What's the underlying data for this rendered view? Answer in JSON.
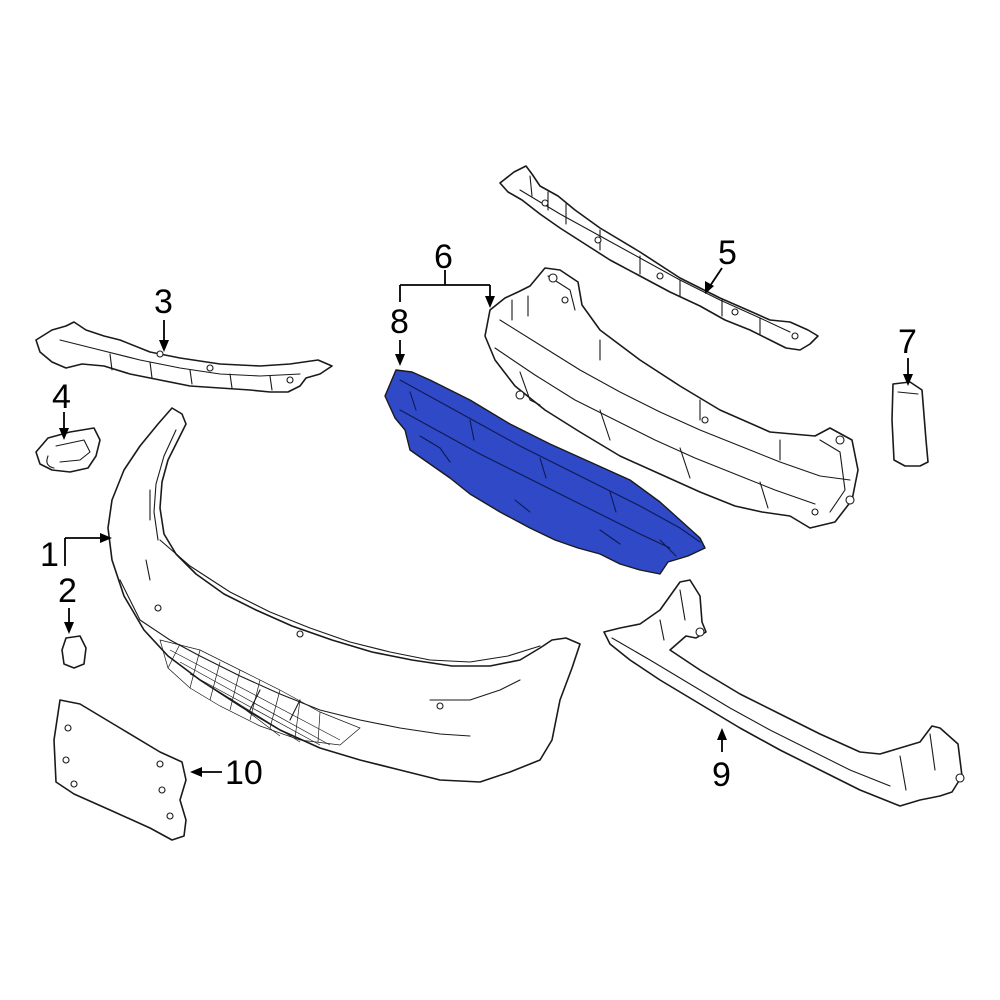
{
  "diagram": {
    "highlight_color": "#2f49c7",
    "outline_color": "#1a1a1a",
    "callouts": {
      "c1": "1",
      "c2": "2",
      "c3": "3",
      "c4": "4",
      "c5": "5",
      "c6": "6",
      "c7": "7",
      "c8": "8",
      "c9": "9",
      "c10": "10"
    }
  }
}
